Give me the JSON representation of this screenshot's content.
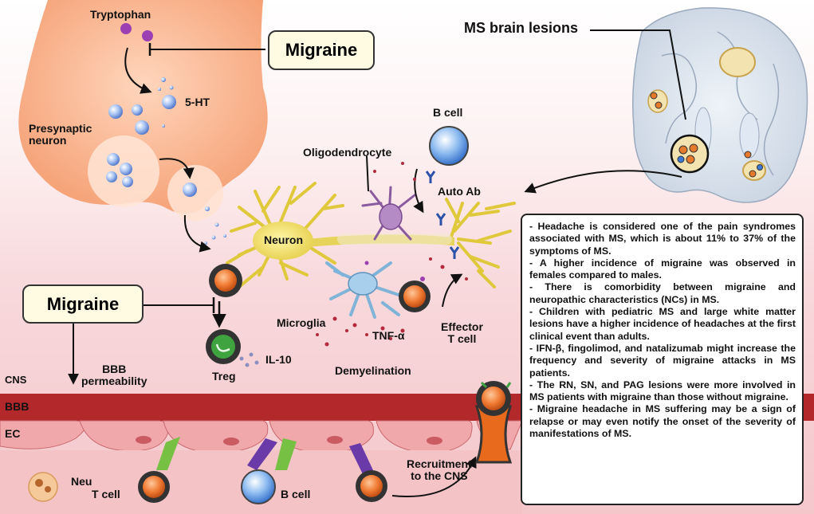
{
  "labels": {
    "tryptophan": "Tryptophan",
    "serotonin": "5-HT",
    "presynaptic_neuron": "Presynaptic\nneuron",
    "ms_brain_lesions": "MS brain lesions",
    "b_cell_top": "B cell",
    "oligodendrocyte": "Oligodendrocyte",
    "auto_ab": "Auto Ab",
    "neuron": "Neuron",
    "microglia": "Microglia",
    "tnf_alpha": "TNF-α",
    "effector_t_cell": "Effector\nT cell",
    "demyelination": "Demyelination",
    "il10": "IL-10",
    "treg": "Treg",
    "cns": "CNS",
    "bbb_permeability": "BBB\npermeability",
    "bbb": "BBB",
    "ec": "EC",
    "neu": "Neu",
    "t_cell_bottom": "T cell",
    "b_cell_bottom": "B cell",
    "recruitment": "Recruitment\nto the CNS"
  },
  "migraine_boxes": {
    "top": "Migraine",
    "left": "Migraine"
  },
  "info_box": {
    "items": [
      "- Headache is considered one of the pain syndromes associated with MS, which is about 11% to 37% of the symptoms of MS.",
      "- A higher incidence of migraine was observed in females compared to males.",
      "- There is comorbidity between migraine and neuropathic characteristics (NCs) in MS.",
      "- Children with pediatric MS and large white matter lesions have a higher incidence of headaches at the first clinical event than adults.",
      "- IFN-β, fingolimod, and natalizumab might increase the frequency and severity of migraine attacks in MS patients.",
      "- The RN, SN, and PAG lesions were more involved in MS patients with migraine than those without migraine.",
      "- Migraine headache in MS suffering may be a sign of relapse or may even notify the onset of the severity of manifestations of MS."
    ]
  },
  "colors": {
    "presynaptic": "#f6b08a",
    "bbb_band": "#b3282b",
    "background_pink": "#f6cfd2",
    "neuron": "#efe07a",
    "migraine_box_fill": "#fffbe3"
  }
}
